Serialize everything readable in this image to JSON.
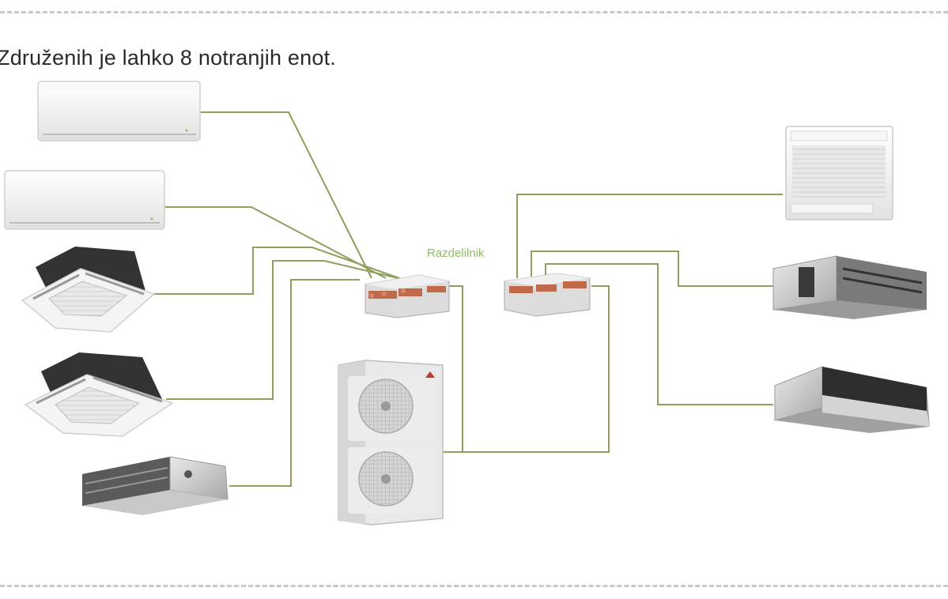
{
  "caption": "Združenih je lahko 8 notranjih enot.",
  "splitter_label": "Razdelilnik",
  "colors": {
    "pipe": "#8f9f5c",
    "label": "#8fbf5e",
    "border": "#c9c9c9",
    "unit_body": "#f2f2f2",
    "unit_dark": "#3a3a3a"
  },
  "units": {
    "left": [
      "wall-unit",
      "wall-unit",
      "cassette-unit",
      "cassette-unit",
      "ducted-unit"
    ],
    "right": [
      "console-unit",
      "ducted-unit",
      "ducted-unit"
    ],
    "outdoor": "outdoor-unit",
    "splitters": [
      "branch-box",
      "branch-box"
    ]
  }
}
